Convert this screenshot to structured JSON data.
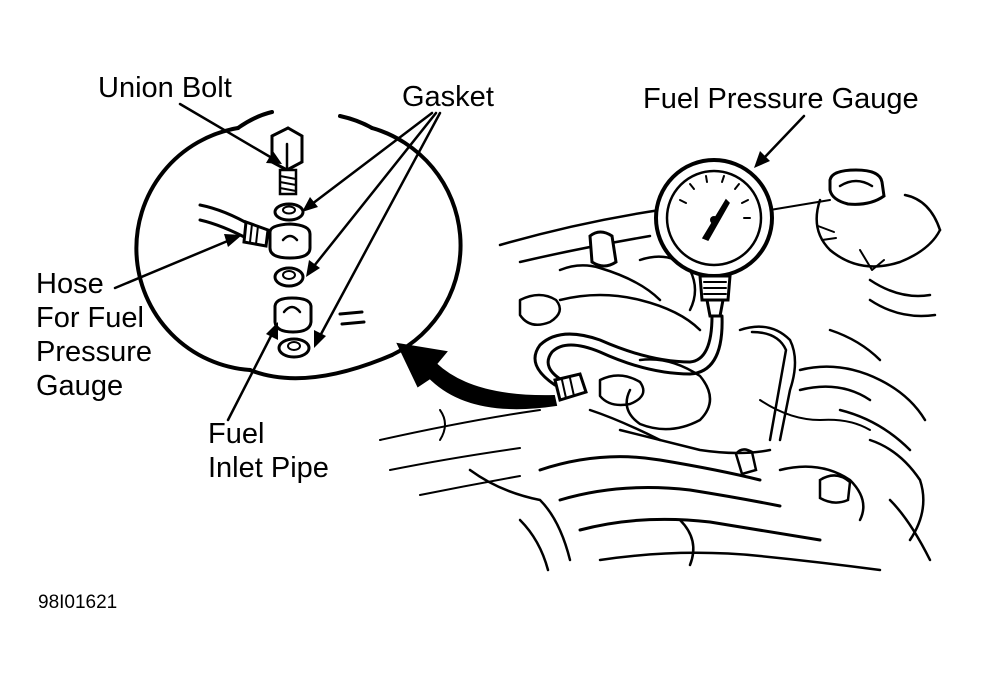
{
  "labels": {
    "union_bolt": "Union Bolt",
    "gasket": "Gasket",
    "fuel_pressure_gauge": "Fuel Pressure Gauge",
    "hose_line1": "Hose",
    "hose_line2": "For Fuel",
    "hose_line3": "Pressure",
    "hose_line4": "Gauge",
    "fuel_inlet_line1": "Fuel",
    "fuel_inlet_line2": "Inlet Pipe"
  },
  "figure_code": "98I01621",
  "colors": {
    "ink": "#000000",
    "paper": "#ffffff"
  }
}
